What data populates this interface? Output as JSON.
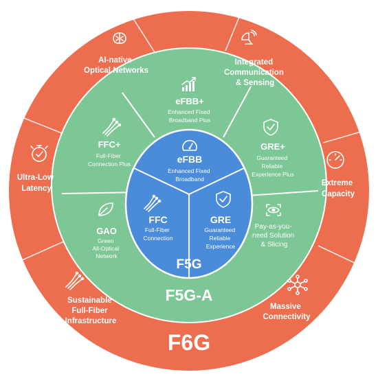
{
  "colors": {
    "outer_ring": "#EC6E4F",
    "middle_ring": "#7DC695",
    "core": "#4A8CDA",
    "divider": "#ffffff"
  },
  "labels": {
    "f6g": "F6G",
    "f5ga": "F5G-A",
    "f5g": "F5G"
  },
  "outer_ring": {
    "ai_native": {
      "lines": [
        "AI-native",
        "Optical Networks"
      ],
      "icon": "brain-icon"
    },
    "integrated_sensing": {
      "lines": [
        "Integrated",
        "Communication",
        "& Sensing"
      ],
      "icon": "satellite-dish-icon"
    },
    "extreme_capacity": {
      "lines": [
        "Extreme",
        "Capacity"
      ],
      "icon": "speedometer-icon"
    },
    "massive_connectivity": {
      "lines": [
        "Massive",
        "Connectivity"
      ],
      "icon": "network-hub-icon"
    },
    "sustainable_infra": {
      "lines": [
        "Sustainable",
        "Full-Fiber",
        "Infrastructure"
      ],
      "icon": "fiber-bundle-icon"
    },
    "ultra_low_latency": {
      "lines": [
        "Ultra-Low",
        "Latency"
      ],
      "icon": "stopwatch-icon"
    }
  },
  "middle_ring": {
    "efbb_plus": {
      "title": "eFBB+",
      "sub": [
        "Enhanced Fixed",
        "Broadband Plus"
      ],
      "icon": "rising-bars-icon"
    },
    "gre_plus": {
      "title": "GRE+",
      "sub": [
        "Guaranteed",
        "Reliable",
        "Experience Plus"
      ],
      "icon": "shield-check-icon"
    },
    "pay_as_you_need": {
      "title": "",
      "sub": [
        "Pay-as-you-",
        "need Solution",
        "& Slicing"
      ],
      "icon": "eye-icon"
    },
    "gao": {
      "title": "GAO",
      "sub": [
        "Green",
        "All-Optical",
        "Network"
      ],
      "icon": "leaf-icon"
    },
    "ffc_plus": {
      "title": "FFC+",
      "sub": [
        "Full-Fiber",
        "Connection Plus"
      ],
      "icon": "fiber-icon"
    }
  },
  "core": {
    "efbb": {
      "title": "eFBB",
      "sub": [
        "Enhanced Fixed",
        "Broadband"
      ],
      "icon": "gauge-icon"
    },
    "ffc": {
      "title": "FFC",
      "sub": [
        "Full-Fiber",
        "Connection"
      ],
      "icon": "fiber-icon"
    },
    "gre": {
      "title": "GRE",
      "sub": [
        "Guaranteed",
        "Reliable",
        "Experience"
      ],
      "icon": "shield-check-icon"
    }
  }
}
